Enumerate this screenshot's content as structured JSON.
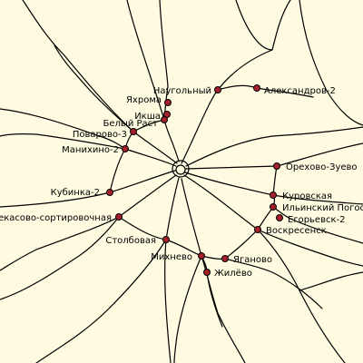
{
  "map": {
    "background_color": "#FFFBE0",
    "line_color": "#000000",
    "station_color": "#A4202A",
    "stations": [
      {
        "name": "Наугольный"
      },
      {
        "name": "Александров-2"
      },
      {
        "name": "Яхрома"
      },
      {
        "name": "Икша"
      },
      {
        "name": "Белый Раст"
      },
      {
        "name": "Поварово-3"
      },
      {
        "name": "Манихино-2"
      },
      {
        "name": "Орехово-Зуево"
      },
      {
        "name": "Кубинка-2"
      },
      {
        "name": "Куровская"
      },
      {
        "name": "Ильинский Погост"
      },
      {
        "name": "Бекасово-сортировочная"
      },
      {
        "name": "Егорьевск-2"
      },
      {
        "name": "Воскресенск"
      },
      {
        "name": "Столбовая"
      },
      {
        "name": "Михнево"
      },
      {
        "name": "Яганово"
      },
      {
        "name": "Жилёво"
      }
    ]
  }
}
